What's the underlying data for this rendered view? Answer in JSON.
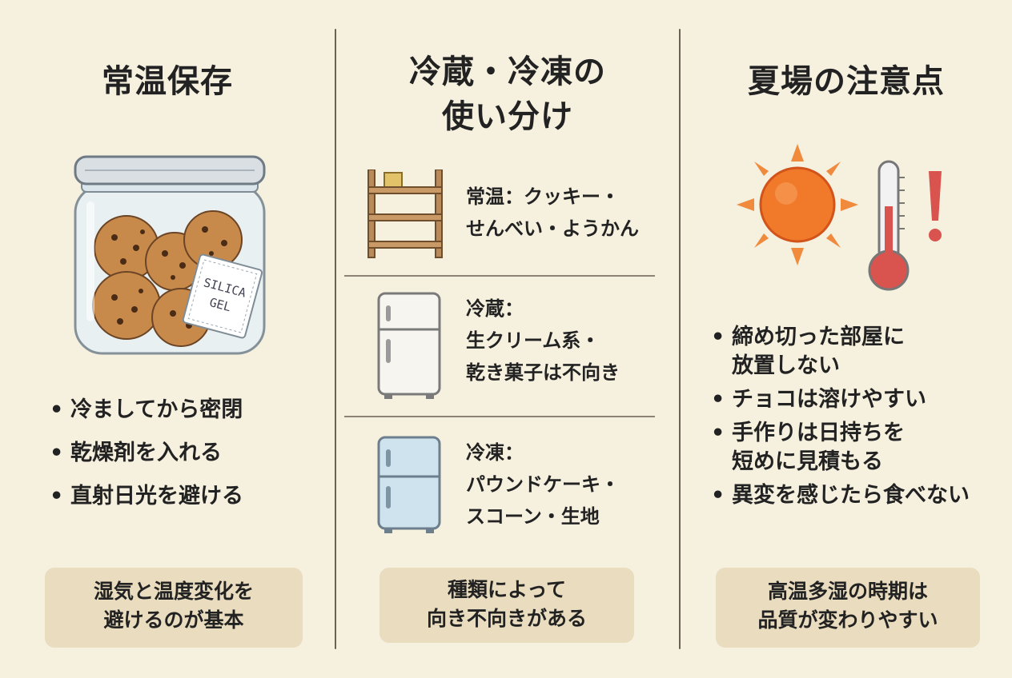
{
  "columns": [
    {
      "title": "常温保存",
      "jar_label": [
        "SILICA",
        "GEL"
      ],
      "bullets": [
        "冷ましてから密閉",
        "乾燥剤を入れる",
        "直射日光を避ける"
      ],
      "note": [
        "湿気と温度変化を",
        "避けるのが基本"
      ]
    },
    {
      "title": [
        "冷蔵・冷凍の",
        "使い分け"
      ],
      "rows": [
        {
          "icon": "shelf-icon",
          "lines": [
            "常温：クッキー・",
            "せんべい・ようかん"
          ]
        },
        {
          "icon": "fridge-white-icon",
          "lines": [
            "冷蔵：",
            "生クリーム系・",
            "乾き菓子は不向き"
          ]
        },
        {
          "icon": "freezer-blue-icon",
          "lines": [
            "冷凍：",
            "パウンドケーキ・",
            "スコーン・生地"
          ]
        }
      ],
      "note": [
        "種類によって",
        "向き不向きがある"
      ]
    },
    {
      "title": "夏場の注意点",
      "bullets": [
        [
          "締め切った部屋に",
          "放置しない"
        ],
        [
          "チョコは溶けやすい"
        ],
        [
          "手作りは日持ちを",
          "短めに見積もる"
        ],
        [
          "異変を感じたら食べない"
        ]
      ],
      "note": [
        "高温多湿の時期は",
        "品質が変わりやすい"
      ]
    }
  ],
  "colors": {
    "background": "#f6f0df",
    "note_bg": "#e9dcbf",
    "sun": "#f07a2a",
    "thermometer_red": "#d9534f",
    "freezer_blue": "#cfe3ef"
  }
}
